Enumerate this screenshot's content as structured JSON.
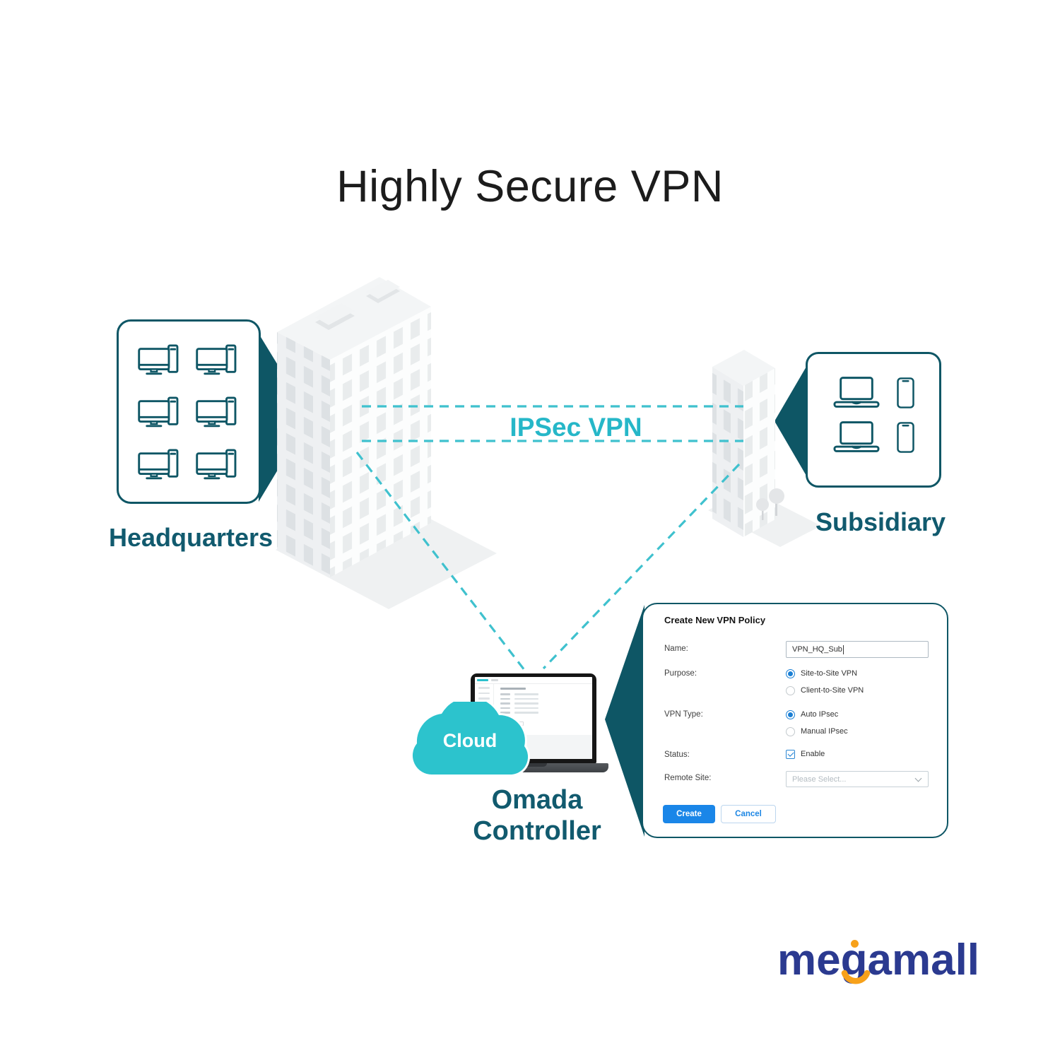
{
  "title": "Highly Secure VPN",
  "headquarters": {
    "label": "Headquarters",
    "device_icon": "desktop-pc-icon",
    "device_count": 6
  },
  "subsidiary": {
    "label": "Subsidiary",
    "device_icons": [
      "laptop-icon",
      "smartphone-icon"
    ],
    "device_rows": 2
  },
  "vpn_link": {
    "label": "IPSec VPN"
  },
  "cloud": {
    "label": "Cloud"
  },
  "controller": {
    "lines": [
      "Omada",
      "Controller"
    ]
  },
  "form": {
    "title": "Create New VPN Policy",
    "name": {
      "label": "Name:",
      "value": "VPN_HQ_Sub"
    },
    "purpose": {
      "label": "Purpose:",
      "options": [
        {
          "label": "Site-to-Site VPN",
          "selected": true
        },
        {
          "label": "Client-to-Site VPN",
          "selected": false
        }
      ]
    },
    "vpn_type": {
      "label": "VPN Type:",
      "options": [
        {
          "label": "Auto IPsec",
          "selected": true
        },
        {
          "label": "Manual IPsec",
          "selected": false
        }
      ]
    },
    "status": {
      "label": "Status:",
      "option": {
        "label": "Enable",
        "checked": true
      }
    },
    "remote_site": {
      "label": "Remote Site:",
      "placeholder": "Please Select...",
      "icon": "chevron-down-icon"
    },
    "buttons": {
      "create": "Create",
      "cancel": "Cancel"
    }
  },
  "brand": {
    "name": "megamall",
    "text_color": "#2b3a90",
    "accent_color": "#f7a11a"
  },
  "colors": {
    "dark_teal": "#0e5665",
    "label_teal": "#115a6e",
    "cloud_teal": "#2cc3cd",
    "dashed_line_teal": "#3fc1ce",
    "ipsec_text": "#26b7c8",
    "button_blue": "#1a86e8"
  }
}
